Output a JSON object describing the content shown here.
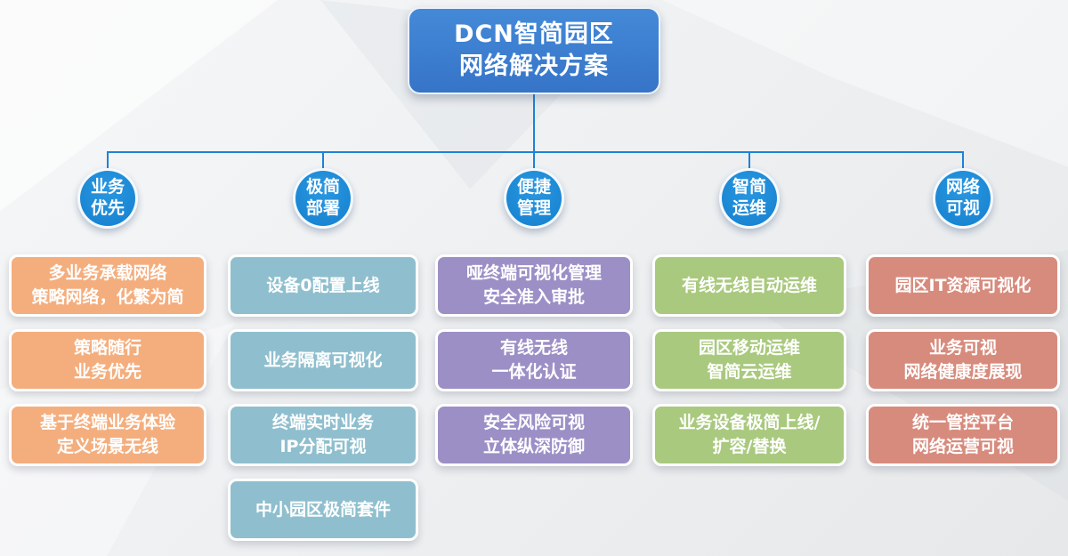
{
  "title": "DCN智简园区\n网络解决方案",
  "colors": {
    "connector_line": "#1c83d8",
    "title_background": "#3b7ed1",
    "branch_circle": "#1886d4",
    "business_priority": "#f4ae7e",
    "simple_deployment": "#8fbfce",
    "easy_management": "#9c8fc6",
    "smart_operations": "#a9c97e",
    "network_visibility": "#d78b7d"
  },
  "branches": [
    {
      "label": "业务\n优先",
      "items": [
        "多业务承载网络\n策略网络，化繁为简",
        "策略随行\n业务优先",
        "基于终端业务体验\n定义场景无线"
      ]
    },
    {
      "label": "极简\n部署",
      "items": [
        "设备0配置上线",
        "业务隔离可视化",
        "终端实时业务\nIP分配可视",
        "中小园区极简套件"
      ]
    },
    {
      "label": "便捷\n管理",
      "items": [
        "哑终端可视化管理\n安全准入审批",
        "有线无线\n一体化认证",
        "安全风险可视\n立体纵深防御"
      ]
    },
    {
      "label": "智简\n运维",
      "items": [
        "有线无线自动运维",
        "园区移动运维\n智简云运维",
        "业务设备极简上线/\n扩容/替换"
      ]
    },
    {
      "label": "网络\n可视",
      "items": [
        "园区IT资源可视化",
        "业务可视\n网络健康度展现",
        "统一管控平台\n网络运营可视"
      ]
    }
  ]
}
